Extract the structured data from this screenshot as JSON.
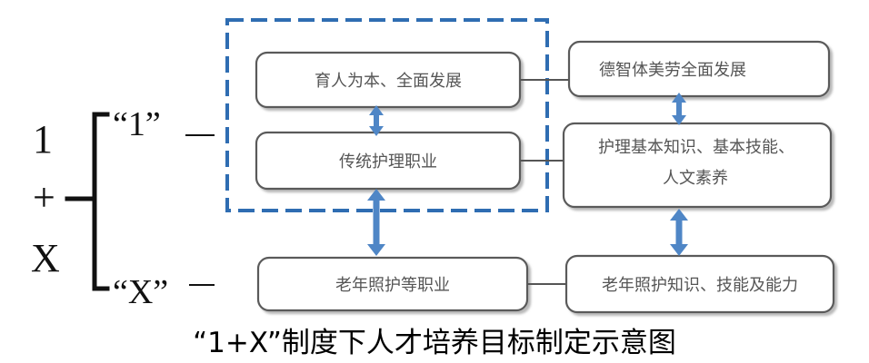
{
  "left_labels": {
    "line1": "1",
    "line2": "+",
    "line3": "X"
  },
  "branch_labels": {
    "one": "“1”",
    "x": "“X”"
  },
  "nodes": {
    "holistic_development": "育人为本、全面发展",
    "traditional_nursing": "传统护理职业",
    "elderly_care_jobs": "老年照护等职业",
    "moral_intellectual_physical": "德智体美劳全面发展",
    "nursing_knowledge_line1": "护理基本知识、基本技能、",
    "nursing_knowledge_line2": "人文素养",
    "elderly_care_skills": "老年照护知识、技能及能力"
  },
  "caption": "“1+X”制度下人才培养目标制定示意图",
  "colors": {
    "dashed_box": "#2f6db2",
    "arrow": "#4f86c6",
    "box_stroke": "#5a5a5a",
    "text": "#111111",
    "node_text": "#555555"
  }
}
